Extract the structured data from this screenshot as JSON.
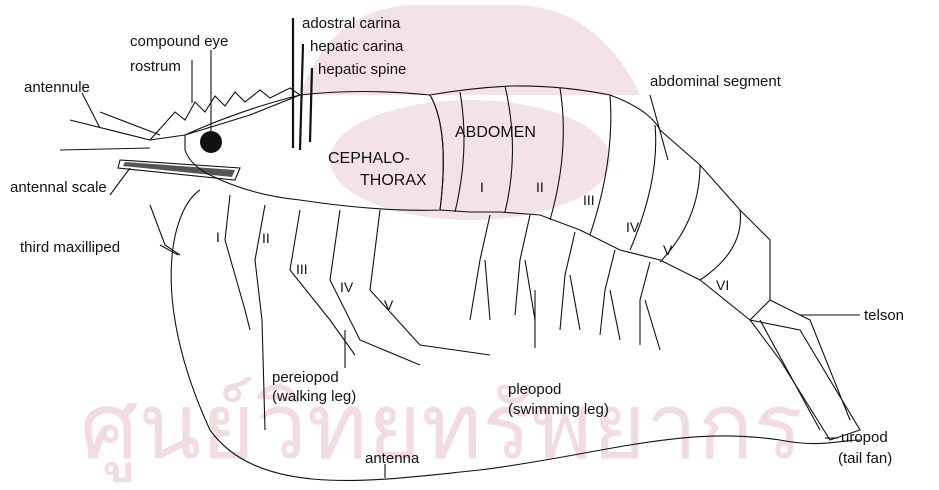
{
  "labels": {
    "adostral_carina": "adostral carina",
    "compound_eye": "compound eye",
    "hepatic_carina": "hepatic carina",
    "rostrum": "rostrum",
    "hepatic_spine": "hepatic spine",
    "antennule": "antennule",
    "abdominal_segment": "abdominal segment",
    "abdomen": "ABDOMEN",
    "cephalo": "CEPHALO-",
    "thorax": "THORAX",
    "antennal_scale": "antennal scale",
    "third_maxilliped": "third maxilliped",
    "telson": "telson",
    "pereiopod": "pereiopod",
    "pereiopod_sub": "(walking leg)",
    "pleopod": "pleopod",
    "pleopod_sub": "(swimming leg)",
    "uropod": "uropod",
    "uropod_sub": "(tail fan)",
    "antenna": "antenna"
  },
  "segments": [
    "I",
    "II",
    "III",
    "IV",
    "V",
    "VI"
  ],
  "legs": [
    "I",
    "II",
    "III",
    "IV",
    "V"
  ],
  "watermark": "ศูนย์วิทยทรัพยากร"
}
